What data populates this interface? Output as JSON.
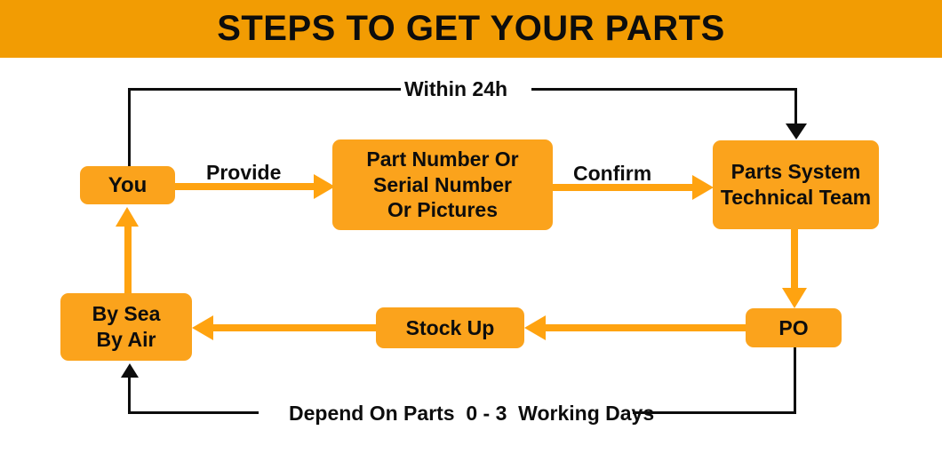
{
  "title": "STEPS TO GET YOUR PARTS",
  "colors": {
    "banner": "#F29C03",
    "box": "#FBA31C",
    "arrow": "#FFA310",
    "line": "#0d0d0d"
  },
  "nodes": {
    "you": "You",
    "part": {
      "line1": "Part Number Or",
      "line2": "Serial Number",
      "line3": "Or Pictures"
    },
    "team": {
      "line1": "Parts System",
      "line2": "Technical Team"
    },
    "po": "PO",
    "stock": "Stock Up",
    "ship": {
      "line1": "By Sea",
      "line2": "By Air"
    }
  },
  "labels": {
    "within": "Within 24h",
    "provide": "Provide",
    "confirm": "Confirm",
    "depend": "Depend On Parts  0 - 3  Working Days"
  }
}
